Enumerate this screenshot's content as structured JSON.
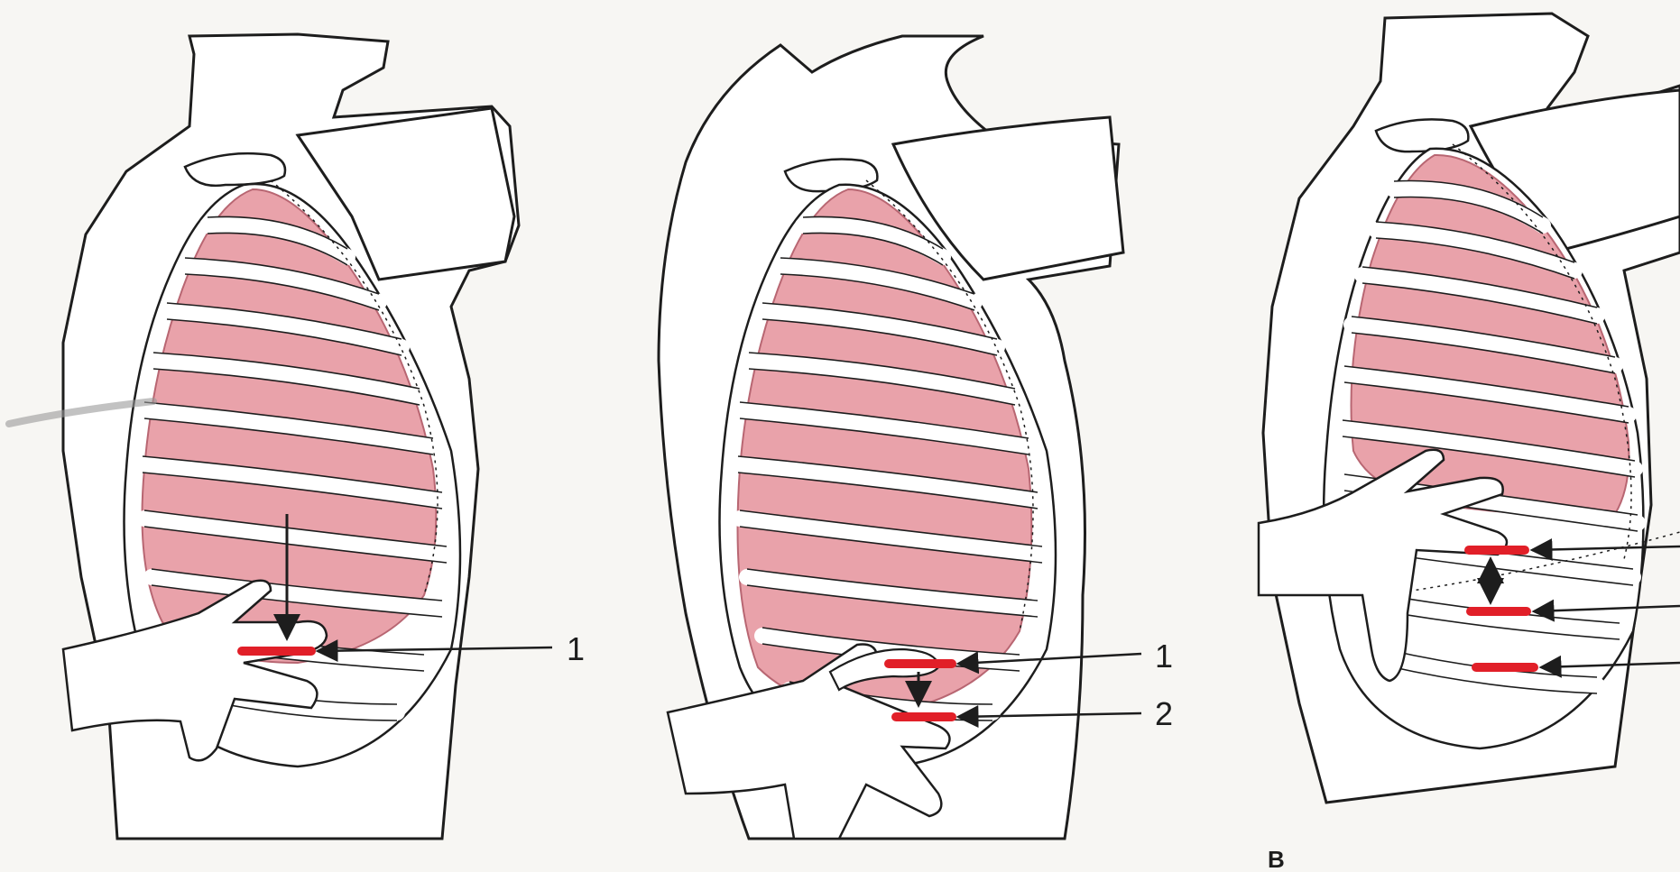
{
  "colors": {
    "background": "#f7f6f3",
    "ink": "#1d1d1d",
    "lung_fill": "#e9a2aa",
    "lung_edge": "#b86672",
    "rib_fill": "#ffffff",
    "marker": "#e11f28",
    "skin": "#ffffff"
  },
  "panels": [
    {
      "labels": [
        "1"
      ]
    },
    {
      "labels": [
        "1",
        "2"
      ]
    },
    {
      "labels": [],
      "caption": "B"
    }
  ]
}
